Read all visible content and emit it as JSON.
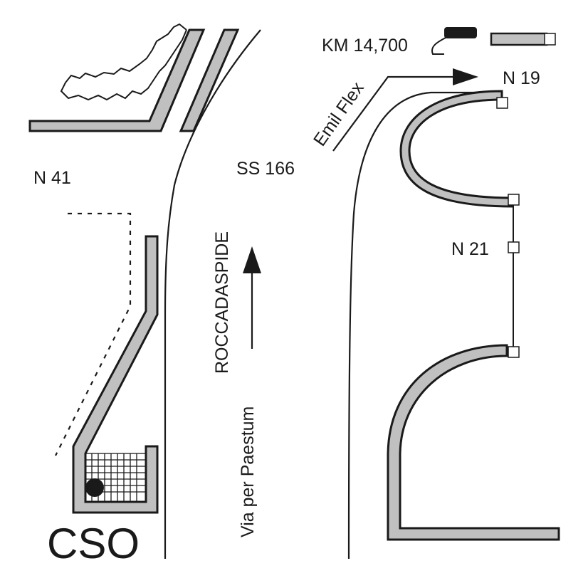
{
  "map": {
    "labels": {
      "km": "KM 14,700",
      "n19": "N 19",
      "emil_flex": "Emil Flex",
      "ss166": "SS 166",
      "n41": "N 41",
      "n21": "N 21",
      "roccadaspide": "ROCCADASPIDE",
      "via_paestum": "Via per Paestum",
      "cso": "CSO"
    },
    "colors": {
      "ink": "#1a1a1a",
      "wall_fill": "#c0c0c0",
      "background": "#ffffff"
    },
    "icons": [
      "arrow-right-icon",
      "arrow-up-icon",
      "location-dot-icon",
      "marker-square-icon"
    ]
  }
}
